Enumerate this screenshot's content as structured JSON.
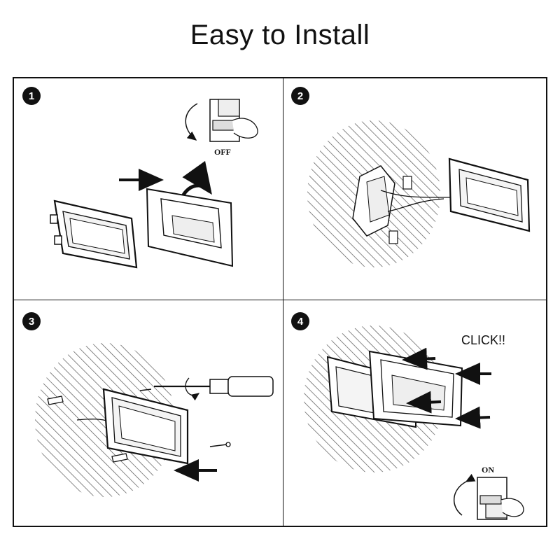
{
  "title": "Easy to Install",
  "steps": [
    {
      "number": "1",
      "label": "OFF"
    },
    {
      "number": "2"
    },
    {
      "number": "3"
    },
    {
      "number": "4",
      "label": "CLICK!!",
      "label2": "ON"
    }
  ],
  "colors": {
    "ink": "#111111",
    "paper": "#ffffff",
    "hatch": "#555555"
  }
}
